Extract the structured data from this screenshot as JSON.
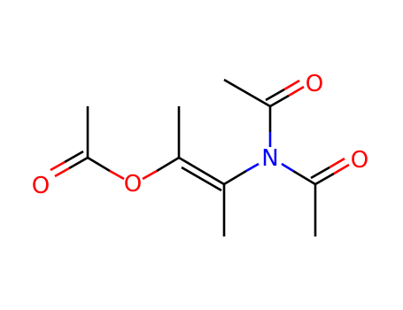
{
  "molecule": {
    "colors": {
      "carbon_bond": "#000000",
      "oxygen": "#ff0000",
      "nitrogen": "#0000ff",
      "background": "#ffffff"
    },
    "atoms": {
      "o_ester_carbonyl": {
        "element": "O",
        "label": "O"
      },
      "o_ester_link": {
        "element": "O",
        "label": "O"
      },
      "n_imide": {
        "element": "N",
        "label": "N"
      },
      "o_acetyl_top": {
        "element": "O",
        "label": "O"
      },
      "o_acetyl_right": {
        "element": "O",
        "label": "O"
      }
    }
  }
}
